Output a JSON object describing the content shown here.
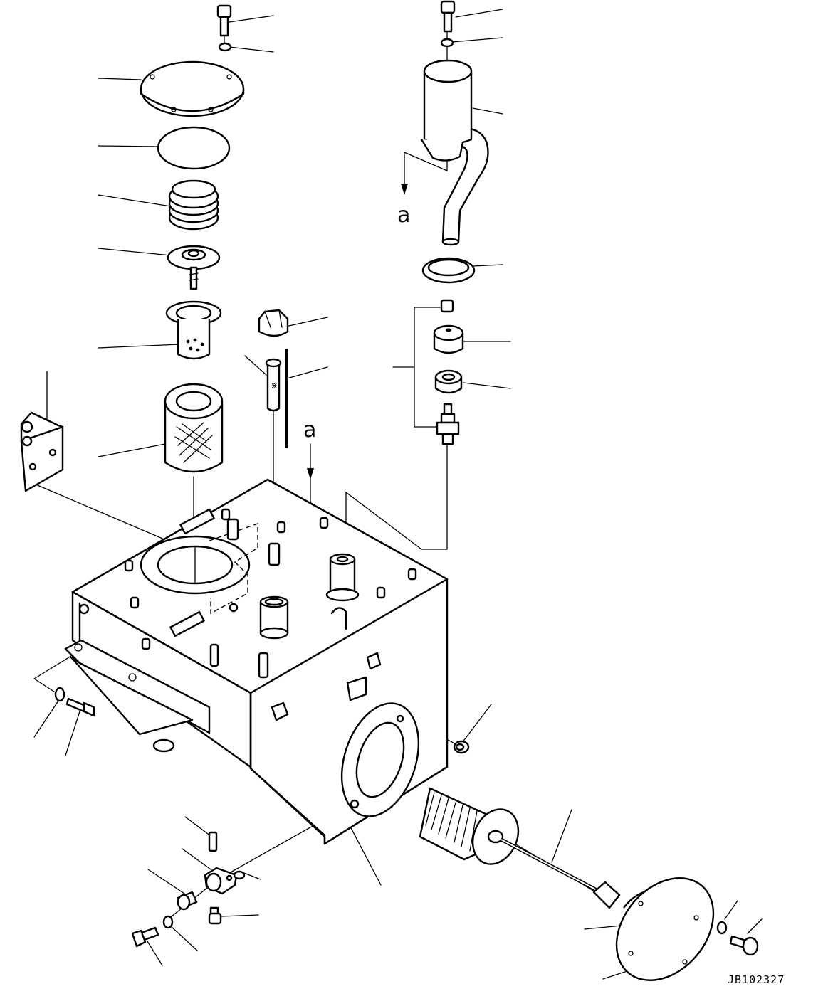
{
  "view_marker_top": "a",
  "view_marker_mid": "a",
  "drawing_number": "JB102327"
}
